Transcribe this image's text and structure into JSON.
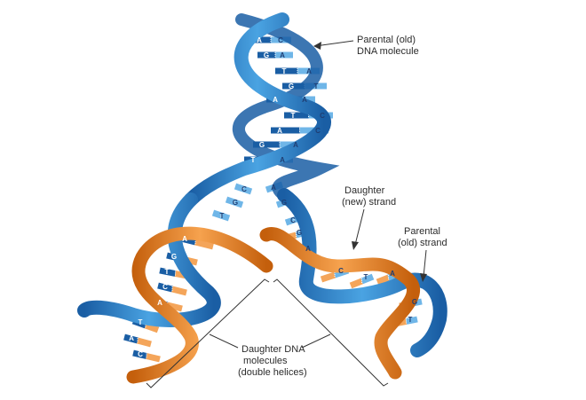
{
  "labels": {
    "parental_molecule": [
      "Parental (old)",
      "DNA molecule"
    ],
    "daughter_strand": [
      "Daughter",
      "(new) strand"
    ],
    "parental_strand": [
      "Parental",
      "(old) strand"
    ],
    "daughter_molecules": [
      "Daughter DNA",
      "molecules",
      "(double helices)"
    ]
  },
  "bases": {
    "top_helix": [
      "A",
      "C",
      "G",
      "A",
      "T",
      "A",
      "G",
      "T",
      "A",
      "A",
      "T",
      "C"
    ],
    "fork": [
      "C",
      "G",
      "T",
      "A",
      "G",
      "C"
    ],
    "left_helix": [
      "A",
      "G",
      "T",
      "C",
      "A",
      "T",
      "A",
      "C"
    ],
    "right_helix": [
      "G",
      "A",
      "C",
      "T",
      "A",
      "G",
      "T"
    ]
  },
  "colors": {
    "blue_strand": "#2a7fc9",
    "blue_dark": "#1a5ea4",
    "blue_light": "#6fb6e8",
    "orange_strand": "#e37b1c",
    "orange_light": "#f4a55a",
    "label_line": "#333333"
  }
}
